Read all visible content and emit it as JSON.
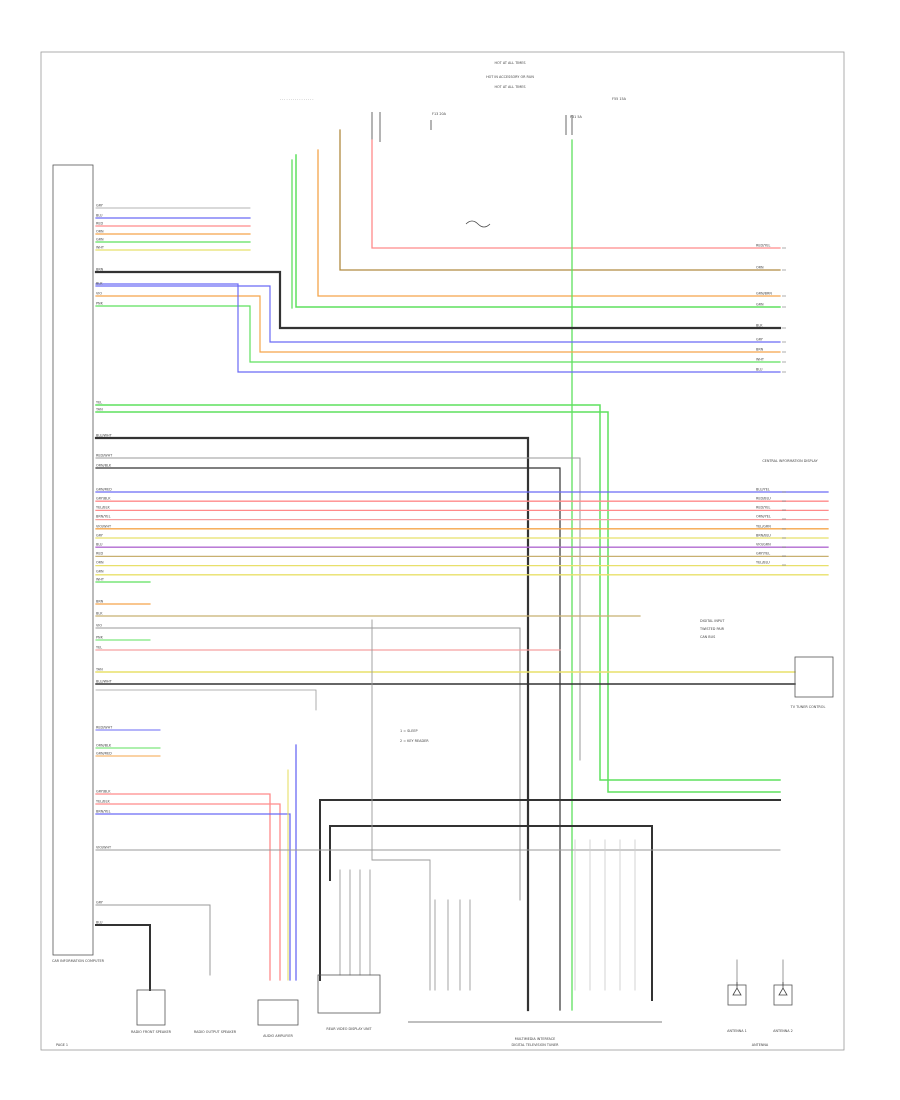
{
  "page_label": "PAGE 1",
  "header": [
    "HOT AT ALL TIMES",
    "HOT IN ACCESSORY OR RUN",
    "HOT AT ALL TIMES"
  ],
  "fuse_labels": [
    "F13 20A",
    "F31 5A",
    "F55 15A"
  ],
  "main_unit_label": "CAR INFORMATION COMPUTER",
  "left_wire_colors": [
    "GRY",
    "BLU",
    "RED",
    "ORN",
    "GRN",
    "WHT",
    "BRN",
    "BLK",
    "VIO",
    "PNK",
    "YEL",
    "TAN",
    "BLU/WHT",
    "RED/WHT",
    "ORN/BLK",
    "GRN/RED",
    "GRY/BLK",
    "YEL/BLK",
    "BRN/YEL",
    "VIO/WHT"
  ],
  "right_wire_labels": [
    "RED/YEL",
    "ORN",
    "GRN/BRN",
    "GRN",
    "BLK",
    "GRY",
    "BRN",
    "WHT",
    "BLU",
    "BLU/YEL",
    "RED/BLU",
    "RED/YEL",
    "ORN/YEL",
    "YEL/GRN",
    "BRN/BLU",
    "VIO/GRN",
    "GRY/YEL",
    "YEL/BLU"
  ],
  "center_notes": [
    "1 = SLEEP",
    "2 = KEY READER"
  ],
  "mid_labels": [
    "DIGITAL INPUT",
    "TWISTED PAIR",
    "CAN BUS"
  ],
  "components": [
    "RADIO FRONT SPEAKER",
    "RADIO OUTPUT SPEAKER",
    "AUDIO AMPLIFIER",
    "REAR VIDEO DISPLAY UNIT",
    "DIGITAL TELEVISION TUNER",
    "ANTENNA 1",
    "ANTENNA 2"
  ],
  "right_components": [
    "CENTRAL INFORMATION DISPLAY",
    "TV TUNER CONTROL",
    "ANTENNA"
  ],
  "bottom_label": "MULTIMEDIA INTERFACE"
}
